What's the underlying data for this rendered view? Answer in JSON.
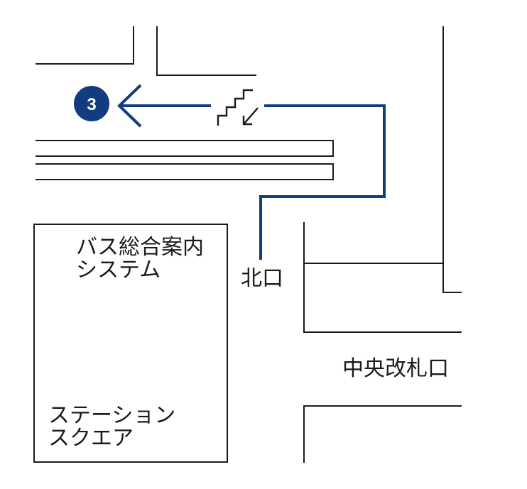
{
  "map": {
    "exit_number": "3",
    "north_exit_label": "北口",
    "central_gate_label": "中央改札口",
    "bus_info_label": "バス総合案内\nシステム",
    "station_square_label": "ステーション\nスクエア",
    "stairs_icon": "stairs-down-icon",
    "colors": {
      "route": "#123b80",
      "outline": "#1a1a1a",
      "background": "#ffffff"
    }
  }
}
